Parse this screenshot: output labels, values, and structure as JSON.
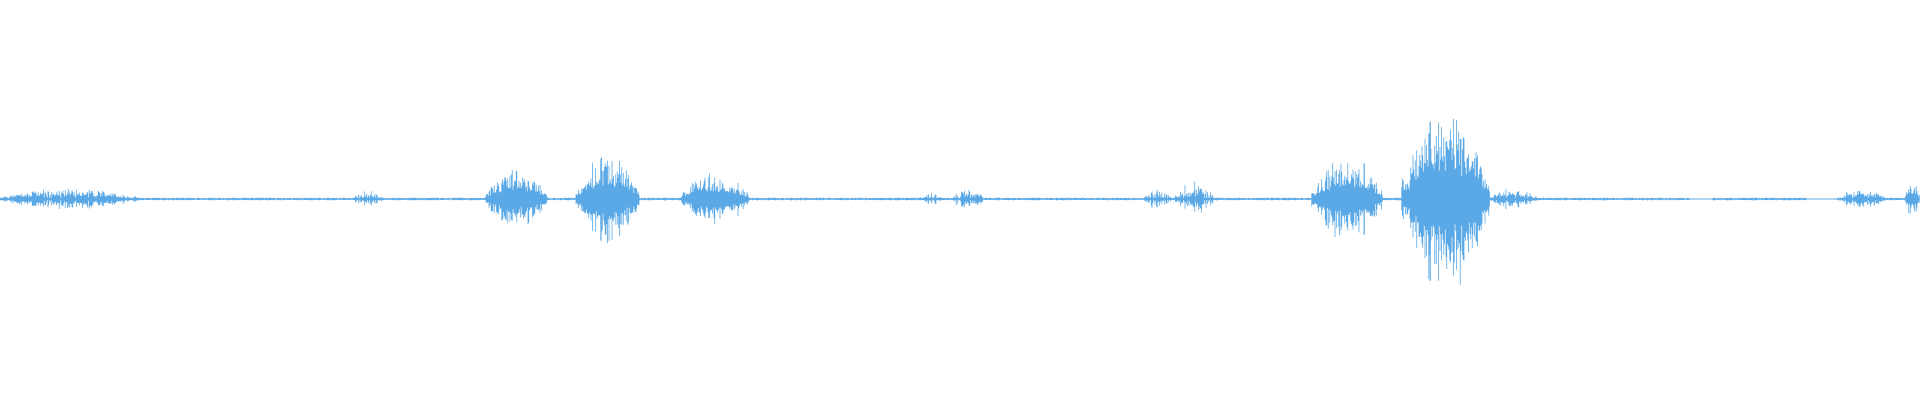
{
  "waveform": {
    "color": "#5aa9e6",
    "background": "#ffffff",
    "duration_fraction_visible": 1.0,
    "bursts": [
      {
        "start": 0.0,
        "end": 0.072,
        "peak": 0.06,
        "density": 0.9
      },
      {
        "start": 0.183,
        "end": 0.2,
        "peak": 0.05,
        "density": 0.6
      },
      {
        "start": 0.253,
        "end": 0.285,
        "peak": 0.17,
        "density": 1.0
      },
      {
        "start": 0.3,
        "end": 0.333,
        "peak": 0.27,
        "density": 1.0
      },
      {
        "start": 0.355,
        "end": 0.39,
        "peak": 0.15,
        "density": 1.0
      },
      {
        "start": 0.479,
        "end": 0.492,
        "peak": 0.04,
        "density": 0.7
      },
      {
        "start": 0.496,
        "end": 0.512,
        "peak": 0.07,
        "density": 0.8
      },
      {
        "start": 0.596,
        "end": 0.61,
        "peak": 0.06,
        "density": 0.7
      },
      {
        "start": 0.612,
        "end": 0.632,
        "peak": 0.1,
        "density": 0.8
      },
      {
        "start": 0.683,
        "end": 0.72,
        "peak": 0.24,
        "density": 1.0
      },
      {
        "start": 0.73,
        "end": 0.776,
        "peak": 0.52,
        "density": 1.0
      },
      {
        "start": 0.776,
        "end": 0.8,
        "peak": 0.06,
        "density": 0.8
      },
      {
        "start": 0.957,
        "end": 0.982,
        "peak": 0.06,
        "density": 0.8
      },
      {
        "start": 0.992,
        "end": 1.0,
        "peak": 0.1,
        "density": 1.0
      }
    ],
    "spikes": [
      {
        "x": 0.7449,
        "up": 0.52,
        "down": 0.55
      },
      {
        "x": 0.7105,
        "up": 0.24,
        "down": 0.24
      },
      {
        "x": 0.7548,
        "up": 0.33,
        "down": 0.34
      },
      {
        "x": 0.313,
        "up": 0.27,
        "down": 0.28
      },
      {
        "x": 0.269,
        "up": 0.19,
        "down": 0.1
      }
    ],
    "gaps": [
      {
        "start": 0.88,
        "end": 0.892
      },
      {
        "start": 0.941,
        "end": 0.957
      }
    ]
  }
}
